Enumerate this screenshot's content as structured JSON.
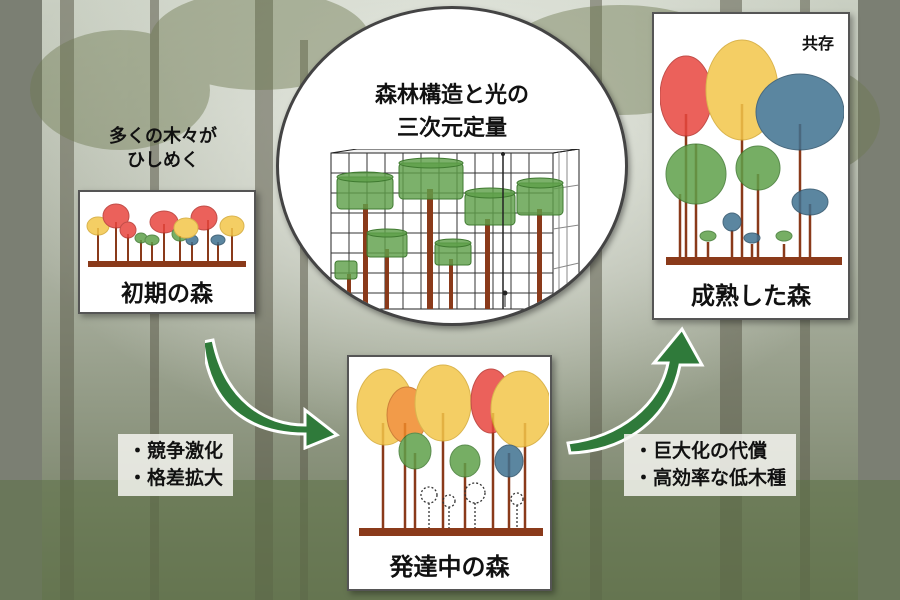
{
  "early": {
    "caption": "多くの木々が\nひしめく",
    "label": "初期の森"
  },
  "center": {
    "title_line1": "森林構造と光の",
    "title_line2": "三次元定量"
  },
  "developing": {
    "label": "発達中の森",
    "notes": [
      "・競争激化",
      "・格差拡大"
    ]
  },
  "mature": {
    "label": "成熟した森",
    "tag": "共存",
    "notes": [
      "・巨大化の代償",
      "・高効率な低木種"
    ]
  },
  "colors": {
    "red": "#e8463f",
    "orange": "#f08a2a",
    "yellow": "#f3c64a",
    "green": "#5fa04a",
    "blue": "#3f7190",
    "trunk": "#8a3a1a",
    "arrow": "#2f7a3a"
  }
}
